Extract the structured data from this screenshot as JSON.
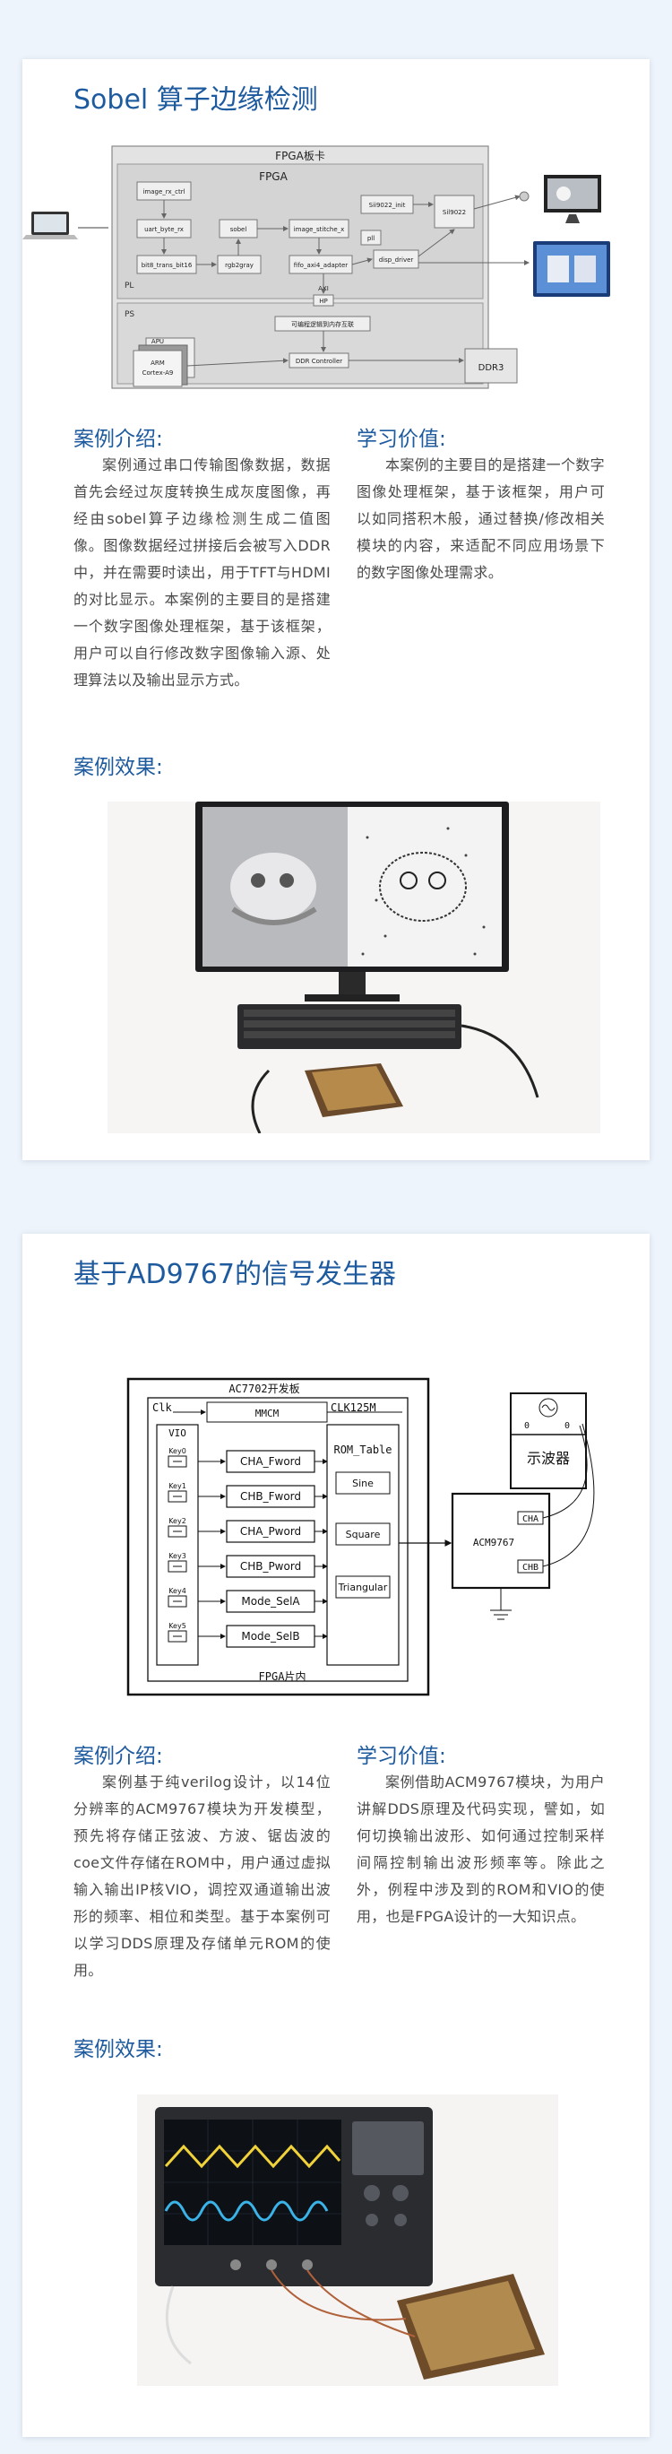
{
  "sections": [
    {
      "title": "Sobel 算子边缘检测",
      "intro_heading": "案例介绍:",
      "intro_text": "案例通过串口传输图像数据，数据首先会经过灰度转换生成灰度图像，再经由sobel算子边缘检测生成二值图像。图像数据经过拼接后会被写入DDR中，并在需要时读出，用于TFT与HDMI的对比显示。本案例的主要目的是搭建一个数字图像处理框架，基于该框架，用户可以自行修改数字图像输入源、处理算法以及输出显示方式。",
      "value_heading": "学习价值:",
      "value_text": "本案例的主要目的是搭建一个数字图像处理框架，基于该框架，用户可以如同搭积木般，通过替换/修改相关模块的内容，来适配不同应用场景下的数字图像处理需求。",
      "effect_heading": "案例效果:",
      "diagram": {
        "board": "FPGA板卡",
        "fpga": "FPGA",
        "pl": "PL",
        "ps": "PS",
        "image_rx_ctrl": "image_rx_ctrl",
        "uart_byte_rx": "uart_byte_rx",
        "bit8_trans": "bit8_trans_bit16",
        "sobel": "sobel",
        "rgb2gray": "rgb2gray",
        "image_stitche": "image_stitche_x",
        "fifo_axi": "fifo_axi4_adapter",
        "sii9022_init": "Sii9022_init",
        "pll": "pll",
        "disp_driver": "disp_driver",
        "sii9022": "Sil9022",
        "axi": "AXI",
        "hp": "HP",
        "interconnect": "可编程逻辑到内存互联",
        "apu": "APU",
        "arm": "ARM\nCortex-A9",
        "ddr_ctrl": "DDR Controller",
        "ddr3": "DDR3"
      }
    },
    {
      "title": "基于AD9767的信号发生器",
      "intro_heading": "案例介绍:",
      "intro_text": "案例基于纯verilog设计，以14位分辨率的ACM9767模块为开发模型，预先将存储正弦波、方波、锯齿波的coe文件存储在ROM中，用户通过虚拟输入输出IP核VIO，调控双通道输出波形的频率、相位和类型。基于本案例可以学习DDS原理及存储单元ROM的使用。",
      "value_heading": "学习价值:",
      "value_text": "案例借助ACM9767模块，为用户讲解DDS原理及代码实现，譬如，如何切换输出波形、如何通过控制采样间隔控制输出波形频率等。除此之外，例程中涉及到的ROM和VIO的使用，也是FPGA设计的一大知识点。",
      "effect_heading": "案例效果:",
      "diagram": {
        "board": "AC7702开发板",
        "clk": "Clk",
        "mmcm": "MMCM",
        "clk125": "CLK125M",
        "vio": "VIO",
        "keys": [
          "Key0",
          "Key1",
          "Key2",
          "Key3",
          "Key4",
          "Key5"
        ],
        "blocks": [
          "CHA_Fword",
          "CHB_Fword",
          "CHA_Pword",
          "CHB_Pword",
          "Mode_SelA",
          "Mode_SelB"
        ],
        "rom_table": "ROM_Table",
        "waves": [
          "Sine",
          "Square",
          "Triangular"
        ],
        "fpga_inside": "FPGA片内",
        "acm": "ACM9767",
        "cha": "CHA",
        "chb": "CHB",
        "scope": "示波器",
        "scope_ch": [
          "0",
          "0"
        ]
      }
    }
  ]
}
